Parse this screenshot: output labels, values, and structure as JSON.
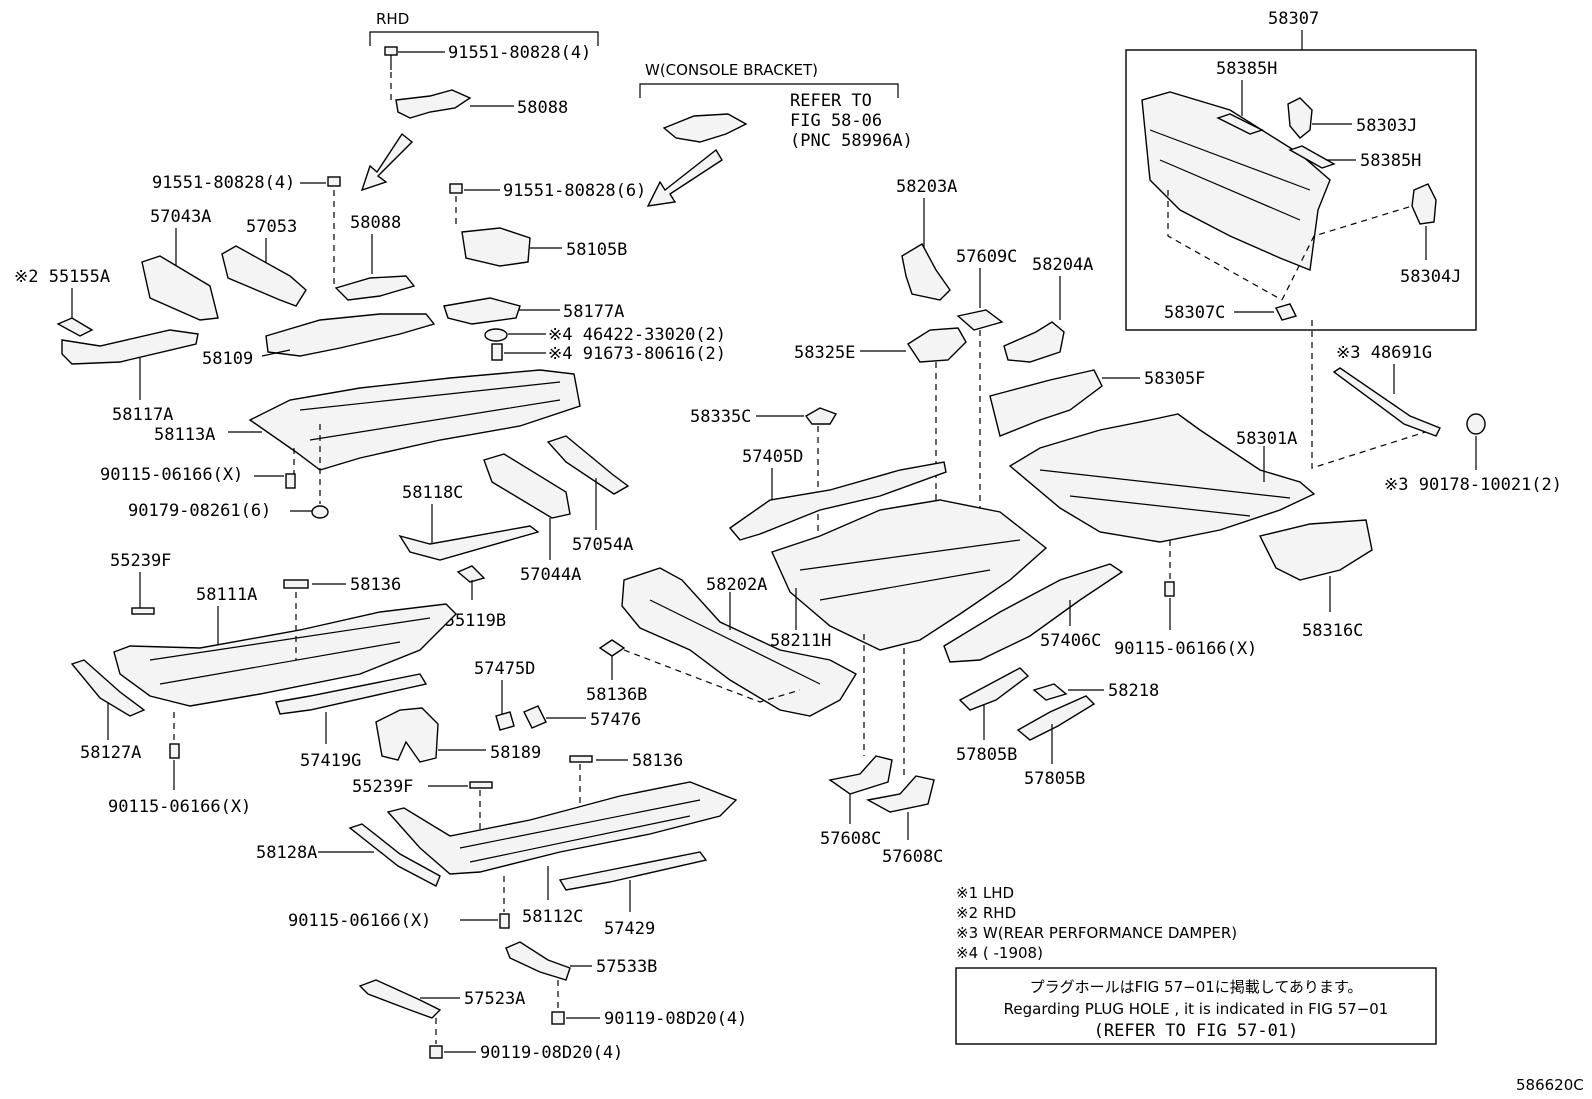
{
  "figure_code": "586620C",
  "groups": {
    "rhd": "RHD",
    "console": "W(CONSOLE BRACKET)",
    "refer": [
      "REFER TO",
      "FIG 58-06",
      "(PNC 58996A)"
    ]
  },
  "labels": {
    "p58307": "58307",
    "p58385H_a": "58385H",
    "p58303J": "58303J",
    "p58385H_b": "58385H",
    "p58304J": "58304J",
    "p58307C": "58307C",
    "p91551_a": "91551-80828(4)",
    "p58088_a": "58088",
    "p91551_b": "91551-80828(4)",
    "p91551_c": "91551-80828(6)",
    "p58105B": "58105B",
    "p57043A": "57043A",
    "p57053": "57053",
    "p58088_b": "58088",
    "p55155A": "※2 55155A",
    "p58177A": "58177A",
    "p46422": "※4 46422-33020(2)",
    "p91673": "※4 91673-80616(2)",
    "p58109": "58109",
    "p58117A": "58117A",
    "p58113A": "58113A",
    "p90115_a": "90115-06166(X)",
    "p90179": "90179-08261(6)",
    "p58118C": "58118C",
    "p57044A": "57044A",
    "p57054A": "57054A",
    "p55239F_a": "55239F",
    "p58111A": "58111A",
    "p58136_a": "58136",
    "p55119B": "※1 55119B",
    "p58127A": "58127A",
    "p90115_b": "90115-06166(X)",
    "p57419G": "57419G",
    "p57475D": "57475D",
    "p57476": "57476",
    "p58189": "58189",
    "p58136B": "58136B",
    "p58202A": "58202A",
    "p58136_b": "58136",
    "p55239F_b": "55239F",
    "p58128A": "58128A",
    "p90115_c": "90115-06166(X)",
    "p58112C": "58112C",
    "p57429": "57429",
    "p57533B": "57533B",
    "p57523A": "57523A",
    "p90119_a": "90119-08D20(4)",
    "p90119_b": "90119-08D20(4)",
    "p58203A": "58203A",
    "p57609C": "57609C",
    "p58204A": "58204A",
    "p58325E": "58325E",
    "p58335C": "58335C",
    "p57405D": "57405D",
    "p58211H": "58211H",
    "p57406C": "57406C",
    "p58218": "58218",
    "p57805B_a": "57805B",
    "p57805B_b": "57805B",
    "p57608C_a": "57608C",
    "p57608C_b": "57608C",
    "p58305F": "58305F",
    "p48691G": "※3 48691G",
    "p58301A": "58301A",
    "p90178": "※3 90178-10021(2)",
    "p58316C": "58316C",
    "p90115_d": "90115-06166(X)"
  },
  "legend": [
    "※1  LHD",
    "※2  RHD",
    "※3  W(REAR PERFORMANCE DAMPER)",
    "※4 (        -1908)"
  ],
  "notice": {
    "jp": "プラグホールはFIG 57−01に掲載してあります。",
    "en": "Regarding  PLUG  HOLE , it is indicated in FIG  57−01",
    "ref": "(REFER TO FIG 57-01)"
  }
}
